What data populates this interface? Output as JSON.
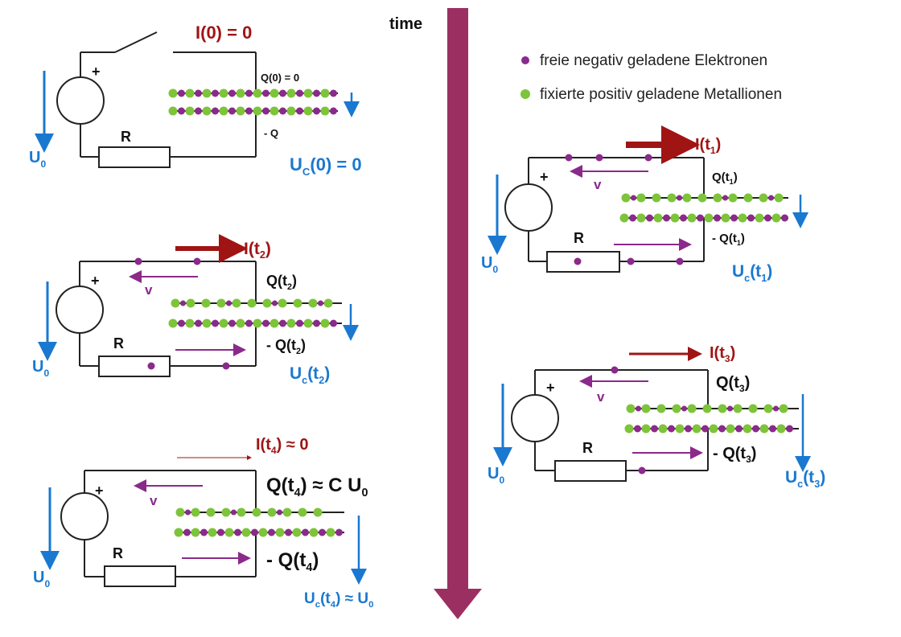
{
  "colors": {
    "wire": "#222222",
    "current": "#a01414",
    "voltage": "#1a78d0",
    "electron": "#8a2a8a",
    "ion": "#7dc43a",
    "time_arrow": "#9c2f62"
  },
  "time_label": "time",
  "legend": {
    "electrons": "freie negativ geladene Elektronen",
    "ions": "fixierte positiv geladene Metallionen"
  },
  "common": {
    "plus": "+",
    "resistor": "R",
    "U": "U",
    "zero_sub": "0",
    "v": "v",
    "C": "c"
  },
  "circuits": {
    "c0": {
      "current_label": "I(0) =  0",
      "charge_top": "Q(0) = 0",
      "charge_bottom": "- Q",
      "uc_sub": "C",
      "uc_rest": "(0) = 0"
    },
    "c1": {
      "I": "I(t",
      "I_sub": "1",
      "I_end": ")",
      "Q": "Q(t",
      "Q_sub": "1",
      "Q_end": ")",
      "mQ": "- Q(t",
      "mQ_sub": "1",
      "mQ_end": ")",
      "uc": "(t",
      "uc_sub2": "1",
      "uc_end": ")"
    },
    "c2": {
      "I": "I(t",
      "I_sub": "2",
      "I_end": ")",
      "Q": "Q(t",
      "Q_sub": "2",
      "Q_end": ")",
      "mQ": "- Q(t",
      "mQ_sub": "2",
      "mQ_end": ")",
      "uc": "(t",
      "uc_sub2": "2",
      "uc_end": ")"
    },
    "c3": {
      "I": "I(t",
      "I_sub": "3",
      "I_end": ")",
      "Q": "Q(t",
      "Q_sub": "3",
      "Q_end": ")",
      "mQ": "- Q(t",
      "mQ_sub": "3",
      "mQ_end": ")",
      "uc": "(t",
      "uc_sub2": "3",
      "uc_end": ")"
    },
    "c4": {
      "I": "I(t",
      "I_sub": "4",
      "I_end": ") ≈ 0",
      "Q": "Q(t",
      "Q_sub": "4",
      "Q_end": ") ≈ C U",
      "Q_sub2": "0",
      "mQ": "- Q(t",
      "mQ_sub": "4",
      "mQ_end": ")",
      "uc": "(t",
      "uc_sub2": "4",
      "uc_end": ") ≈ U",
      "uc_sub3": "0"
    }
  }
}
